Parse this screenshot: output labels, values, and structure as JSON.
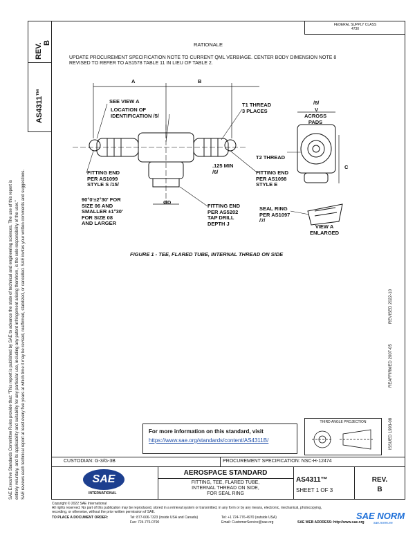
{
  "header": {
    "top_right": [
      "FEDERAL SUPPLY CLASS",
      "4730"
    ],
    "rev_label": "REV.",
    "rev_value": "B",
    "doc_number": "AS4311™"
  },
  "rationale": {
    "title": "RATIONALE",
    "text_line1": "UPDATE PROCUREMENT SPECIFICATION NOTE TO CURRENT QML VERBIAGE. CENTER BODY DIMENSION NOTE 8",
    "text_line2": "REVISED TO REFER TO AS1578 TABLE 11 IN LIEU OF TABLE 2."
  },
  "drawing": {
    "dim_a": "A",
    "dim_b": "B",
    "see_view": "SEE VIEW A",
    "location_id": "LOCATION OF\nIDENTIFICATION /5/",
    "t1_thread": "T1 THREAD\n3 PLACES",
    "across_pads_ref": "/8/",
    "across_v": "V",
    "across_pads": "ACROSS\nPADS",
    "t2_thread": "T2 THREAD",
    "dim_c": "C",
    "min_125": ".125 MIN\n/6/",
    "fitting_end_left": "FITTING END\nPER AS1099\nSTYLE S /15/",
    "fitting_end_right": "FITTING END\nPER AS1098\nSTYLE E",
    "angle_note": "90°0'±2°30' FOR\nSIZE 06 AND\nSMALLER ±1°30'\nFOR SIZE 08\nAND LARGER",
    "dim_d": "ØD",
    "fitting_end_bottom": "FITTING END\nPER AS5202\nTAP DRILL\nDEPTH J",
    "seal_ring": "SEAL RING\nPER AS1097\n/7/",
    "view_a": "VIEW A\nENLARGED",
    "figure_caption": "FIGURE 1 - TEE, FLARED TUBE, INTERNAL THREAD ON SIDE"
  },
  "left_margin": {
    "line1": "SAE Executive Standards Committee Rules provide that: \"This report is published by SAE to advance the state of technical and engineering sciences. The use of this report is",
    "line2": "entirely voluntary, and its applicability and suitability for any particular use, including any patent infringement arising therefrom, is the sole responsibility of the user.\"",
    "line3": "SAE reviews each technical report at least every five years at which time it may be revised, reaffirmed, stabilized, or cancelled. SAE invites your written comments and suggestions."
  },
  "right_margin": {
    "issued": "ISSUED 1993-08",
    "reaffirmed": "REAFFIRMED 2007-05",
    "revised": "REVISED 2022-10"
  },
  "info_box": {
    "title": "For more information on this standard, visit",
    "url": "https://www.sae.org/standards/content/AS4311B/"
  },
  "projection": {
    "label": "THIRD ANGLE PROJECTION"
  },
  "title_block": {
    "custodian": "CUSTODIAN: G-3/G-3B",
    "procurement": "PROCUREMENT SPECIFICATION: NSC-H-12474",
    "logo": "SAE",
    "logo_sub": "INTERNATIONAL",
    "heading": "AEROSPACE STANDARD",
    "desc1": "FITTING, TEE, FLARED TUBE,",
    "desc2": "INTERNAL THREAD ON SIDE,",
    "desc3": "FOR SEAL RING",
    "doc": "AS4311™",
    "sheet": "SHEET 1 OF 3",
    "rev_label": "REV.",
    "rev_value": "B"
  },
  "footer": {
    "copyright": "Copyright © 2022 SAE International",
    "rights": "All rights reserved. No part of this publication may be reproduced, stored in a retrieval system or transmitted, in any form or by any means, electronic, mechanical, photocopying,",
    "rights2": "recording, or otherwise, without the prior written permission of SAE.",
    "order": "TO PLACE A DOCUMENT ORDER:",
    "tel": "Tel: 877-606-7323 (inside USA and Canada)",
    "tel2": "Tel: +1 724-776-4970 (outside USA)",
    "fax": "Fax: 724-776-0790",
    "email": "Email: CustomerService@sae.org",
    "web": "SAE WEB ADDRESS: http://www.sae.org"
  },
  "watermark": {
    "text": "SAE NORM",
    "sub": "sae.norm.ee"
  }
}
